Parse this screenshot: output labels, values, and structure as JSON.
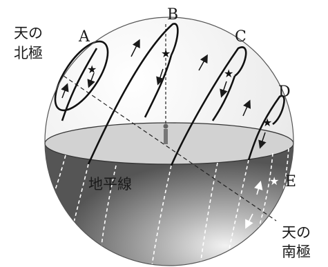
{
  "diagram": {
    "points": {
      "A": "A",
      "B": "B",
      "C": "C",
      "D": "D",
      "E": "E"
    },
    "celestial_north_pole": [
      "天の",
      "北極"
    ],
    "celestial_south_pole": [
      "天の",
      "南極"
    ],
    "horizon": "地平線"
  }
}
